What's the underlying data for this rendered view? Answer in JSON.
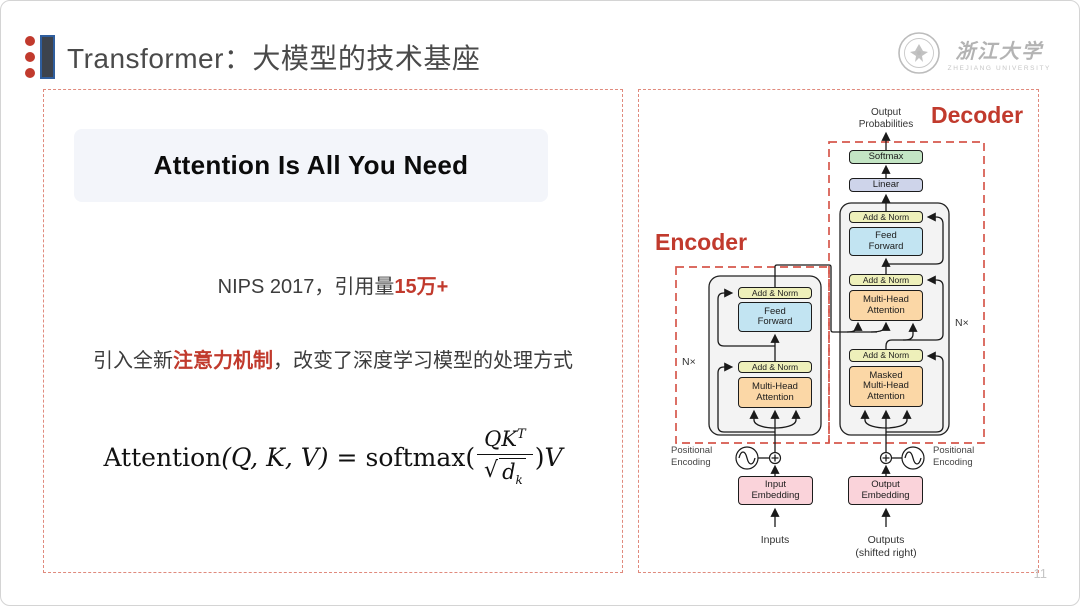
{
  "colors": {
    "accent_red": "#c13a2d",
    "dash_red": "#d6584c",
    "panel_dash": "#e08a7d",
    "title_gray": "#4a4a4a",
    "container_gray": "#f3f3f3",
    "box_green": "#c3e5c4",
    "box_purple": "#ced4ea",
    "box_yellow": "#eef0ba",
    "box_blue": "#c2e4f2",
    "box_orange": "#fbd7a6",
    "box_pink": "#fad3da"
  },
  "header": {
    "title": "Transformer：大模型的技术基座"
  },
  "logo": {
    "cn": "浙江大学",
    "en": "ZHEJIANG UNIVERSITY"
  },
  "left_panel": {
    "paper_title": "Attention Is All You Need",
    "citation": {
      "prefix": "NIPS 2017，引用量",
      "highlight": "15万+"
    },
    "description": {
      "prefix": "引入全新",
      "highlight": "注意力机制",
      "suffix": "，改变了深度学习模型的处理方式"
    },
    "formula": {
      "fn": "Attention",
      "args": "(Q, K, V)",
      "eq": "=",
      "softmax": "softmax(",
      "num": "QK",
      "num_sup": "T",
      "radical": "√",
      "den": "d",
      "den_sub": "k",
      "close": ")",
      "tail": "V"
    }
  },
  "diagram": {
    "encoder_label": "Encoder",
    "decoder_label": "Decoder",
    "output_probabilities": "Output Probabilities",
    "softmax": "Softmax",
    "linear": "Linear",
    "add_norm": "Add & Norm",
    "feed_forward": "Feed Forward",
    "multi_head_attention": "Multi-Head Attention",
    "masked_multi_head_attention": "Masked Multi-Head Attention",
    "input_embedding": "Input Embedding",
    "output_embedding": "Output Embedding",
    "nx": "N×",
    "positional_encoding": "Positional Encoding",
    "inputs": "Inputs",
    "outputs": "Outputs",
    "outputs_note": "(shifted right)"
  },
  "footer": {
    "page_number": "11"
  }
}
